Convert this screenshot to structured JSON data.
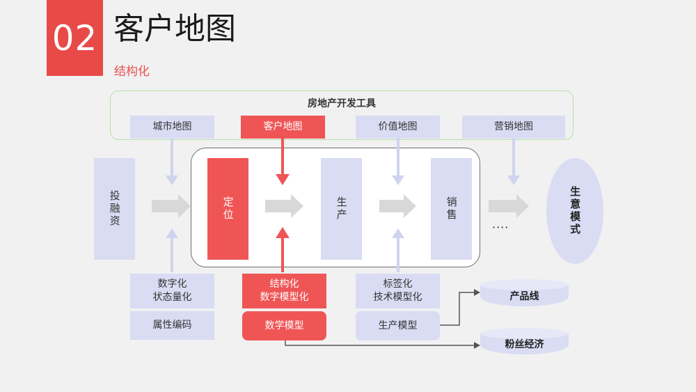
{
  "header": {
    "number": "02",
    "title": "客户地图",
    "subtitle": "结构化"
  },
  "tools": {
    "title": "房地产开发工具",
    "items": [
      "城市地图",
      "客户地图",
      "价值地图",
      "营销地图"
    ]
  },
  "stages": {
    "invest": "投融资",
    "position": "定位",
    "produce": "生产",
    "sales": "销售",
    "business_model": "生意模式",
    "ellipsis": "····"
  },
  "bottom": {
    "col1": {
      "top": "数字化\n状态量化",
      "bottom": "属性编码"
    },
    "col2": {
      "top": "结构化\n数字模型化",
      "bottom": "数学模型"
    },
    "col3": {
      "top": "标签化\n技术模型化",
      "bottom": "生产模型"
    }
  },
  "outputs": [
    "产品线",
    "粉丝经济"
  ],
  "colors": {
    "accent_red": "#e84a48",
    "box_red": "#f05556",
    "lavender": "#d9dcf3",
    "green_frame": "#b8e0ab",
    "arrow_gray": "#d8d8d8",
    "arrow_blue": "#cfd4ee"
  }
}
